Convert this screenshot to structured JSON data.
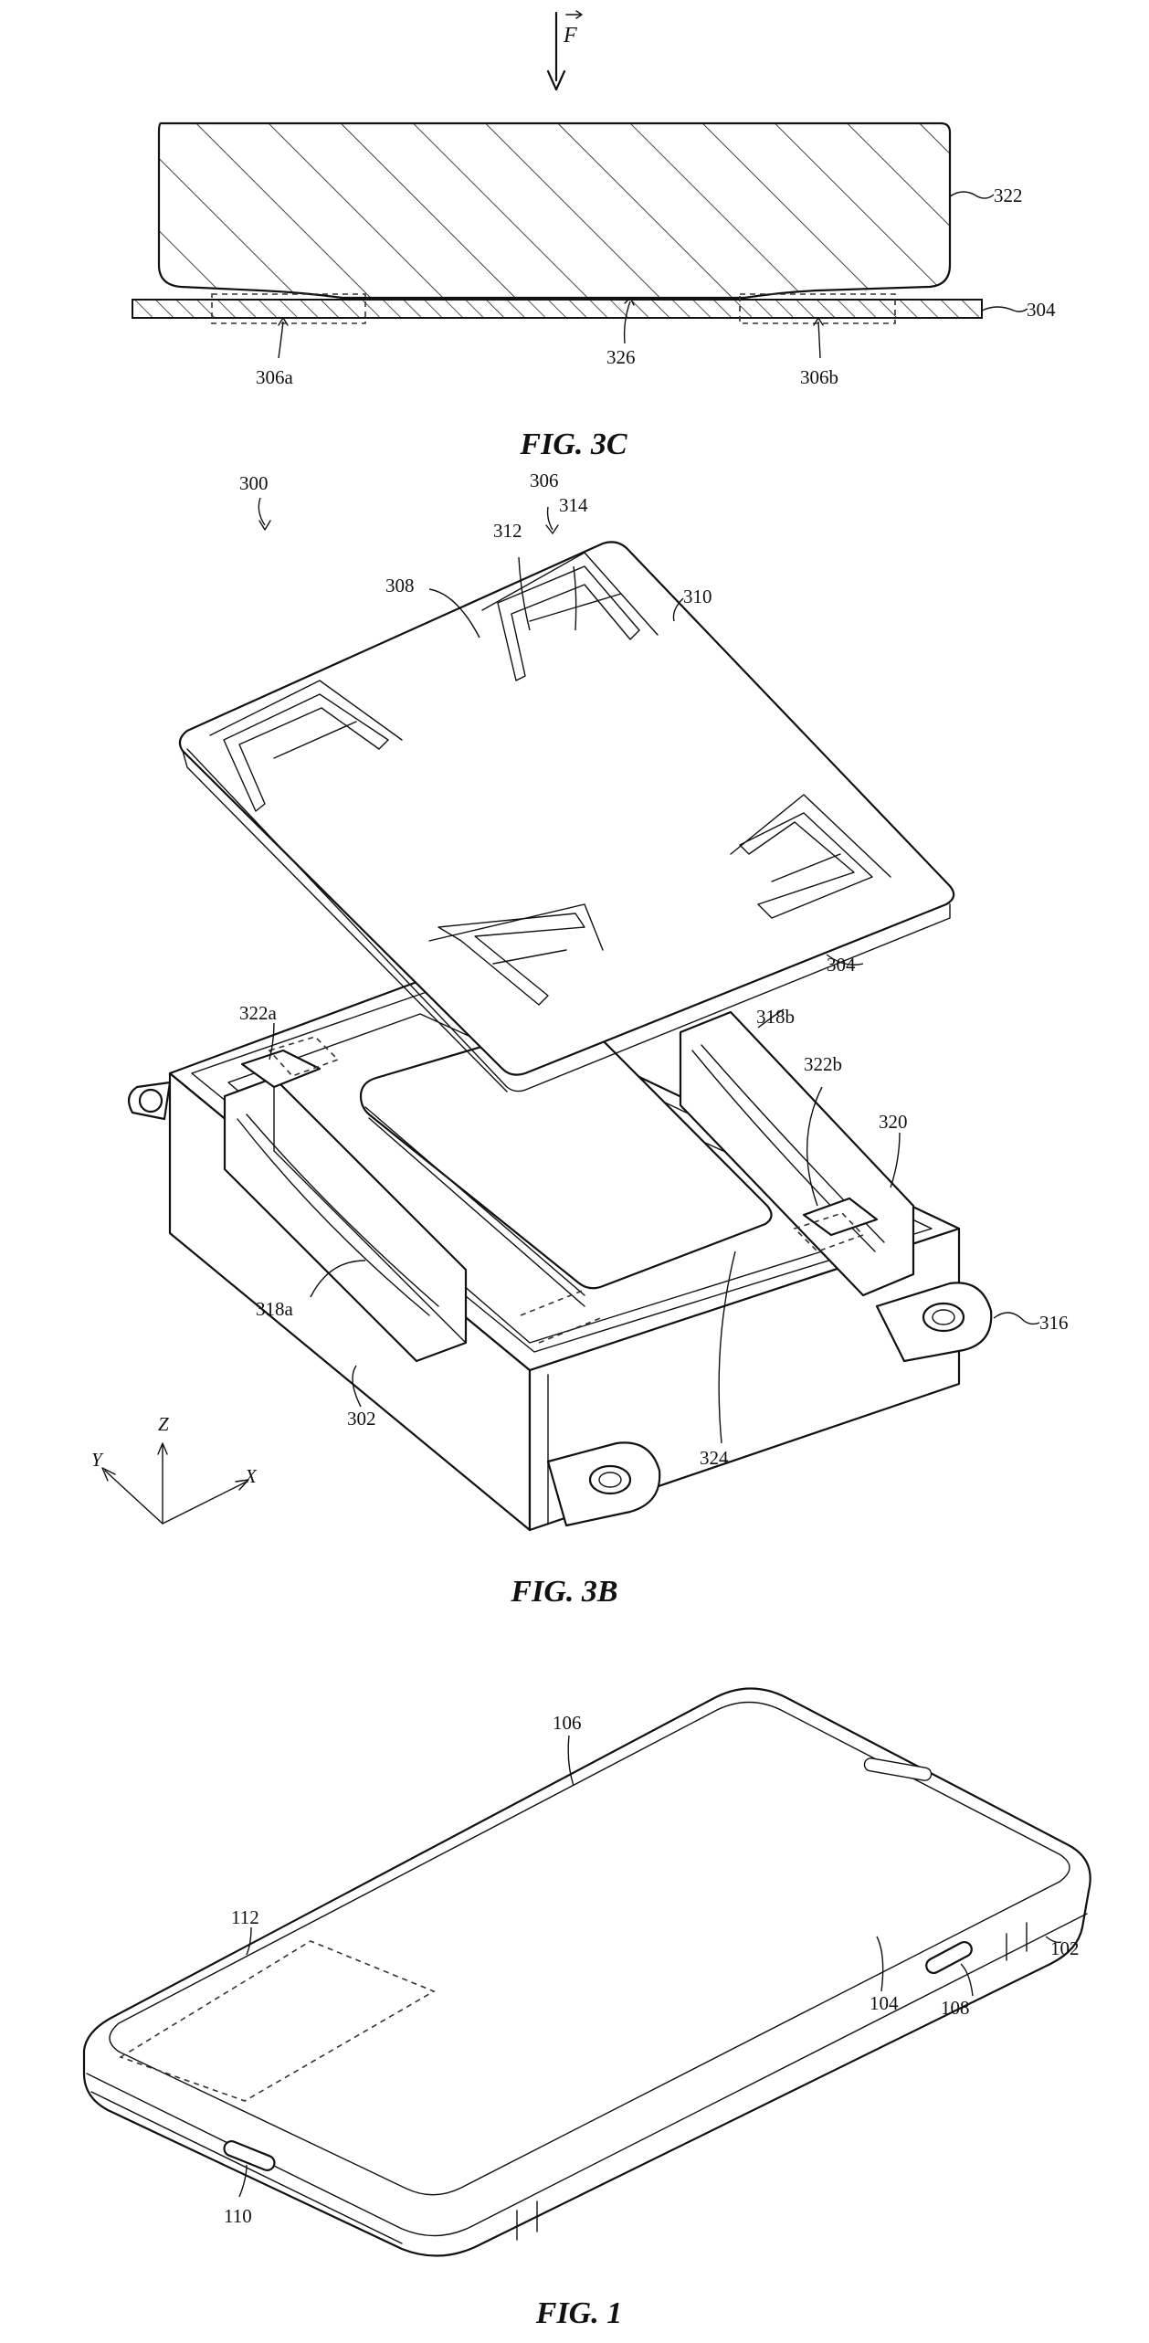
{
  "fig3c": {
    "caption": "FIG. 3C",
    "force_label": "F",
    "labels": {
      "l322": "322",
      "l304": "304",
      "l326": "326",
      "l306a": "306a",
      "l306b": "306b"
    }
  },
  "fig3b": {
    "caption": "FIG. 3B",
    "labels": {
      "l300": "300",
      "l306": "306",
      "l312": "312",
      "l314": "314",
      "l308": "308",
      "l310": "310",
      "l304": "304",
      "l322a": "322a",
      "l318b": "318b",
      "l322b": "322b",
      "l320": "320",
      "l316": "316",
      "l318a": "318a",
      "l302": "302",
      "l324": "324"
    },
    "axes": {
      "z": "Z",
      "y": "Y",
      "x": "X"
    }
  },
  "fig1": {
    "caption": "FIG. 1",
    "labels": {
      "l106": "106",
      "l112": "112",
      "l102": "102",
      "l108": "108",
      "l104": "104",
      "l110": "110"
    }
  },
  "colors": {
    "ink": "#111111",
    "paper": "#ffffff"
  }
}
